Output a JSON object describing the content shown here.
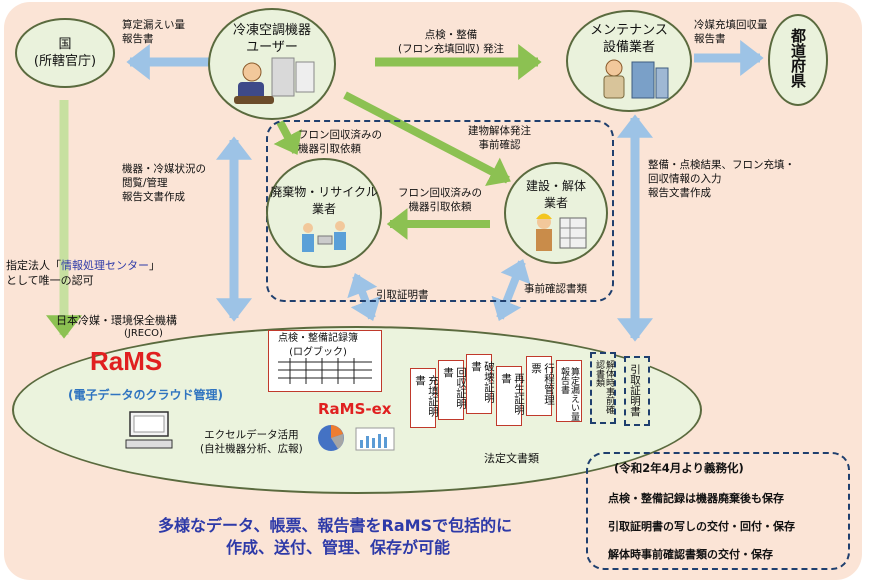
{
  "nodes": {
    "kuni": "国\n(所轄官庁)",
    "user": "冷凍空調機器\nユーザー",
    "maint": "メンテナンス\n設備業者",
    "todofuken": "都道府県",
    "haiki": "廃棄物・リサイクル\n業者",
    "kensetsu": "建設・解体\n業者",
    "jreco": "日本冷媒・環境保全機構",
    "jreco_abbr": "(JRECO)",
    "rams": "RaMS",
    "rams_sub": "(電子データのクラウド管理)",
    "rams_ex": "RaMS-ex"
  },
  "labels": {
    "santei": "算定漏えい量\n報告書",
    "tenken_order": "点検・整備\n(フロン充填回収) 発注",
    "refill_report": "冷媒充填回収量\n報告書",
    "flon_hikitori_1": "フロン回収済みの\n機器引取依頼",
    "kaitai_order": "建物解体発注\n事前確認",
    "flon_hikitori_2": "フロン回収済みの\n機器引取依頼",
    "kiki_status": "機器・冷媒状況の\n閲覧/管理\n報告文書作成",
    "seibi_input": "整備・点検結果、フロン充填・\n回収情報の入力\n報告文書作成",
    "shitei_pre": "指定法人「",
    "shitei_name": "情報処理センター",
    "shitei_post": "」",
    "shitei_line2": "として唯一の認可",
    "hikitori_shomei": "引取証明書",
    "jizen_kakunin": "事前確認書類",
    "logbook": "点検・整備記録簿\n(ログブック)",
    "excel": "エクセルデータ活用\n(自社機器分析、広報)",
    "houtei": "法定文書類"
  },
  "documents": [
    "充填証明書",
    "回収証明書",
    "破壊証明書",
    "再生証明書",
    "行程管理票",
    "算定漏えい量報告書",
    "解体時事前確認書類",
    "引取証明書"
  ],
  "obligation": {
    "title": "(令和2年4月より義務化)",
    "items": [
      "点検・整備記録は機器廃棄後も保存",
      "引取証明書の写しの交付・回付・保存",
      "解体時事前確認書類の交付・保存"
    ]
  },
  "footer": {
    "line1": "多様なデータ、帳票、報告書をRaMSで包括的に",
    "line2": "作成、送付、管理、保存が可能"
  },
  "colors": {
    "background": "#fbe4d6",
    "circle_fill": "#eaf2dc",
    "green_arrow": "#8cc152",
    "blue_arrow": "#9dc3e6",
    "rams_red": "#e02020",
    "rams_blue": "#2f74c0",
    "dash_navy": "#1f3f6e",
    "center_blue": "#2e3aa8"
  }
}
